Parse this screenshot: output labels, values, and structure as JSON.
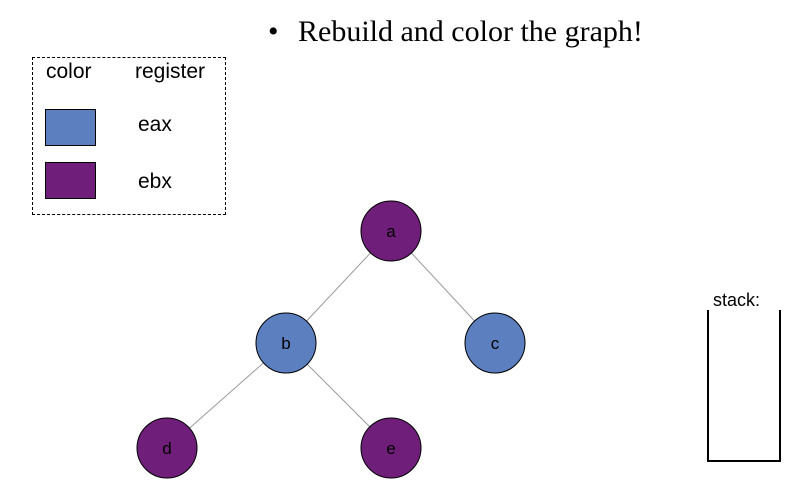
{
  "title": {
    "bullet": "•",
    "text": "Rebuild and color the graph!"
  },
  "legend": {
    "header_color": "color",
    "header_register": "register",
    "entries": [
      {
        "register": "eax",
        "color": "#5b7fbf"
      },
      {
        "register": "ebx",
        "color": "#6f1f7a"
      }
    ]
  },
  "graph": {
    "node_colors": {
      "eax": "#5b7fbf",
      "ebx": "#6f1f7a"
    },
    "nodes": [
      {
        "id": "a",
        "label": "a",
        "register": "ebx"
      },
      {
        "id": "b",
        "label": "b",
        "register": "eax"
      },
      {
        "id": "c",
        "label": "c",
        "register": "eax"
      },
      {
        "id": "d",
        "label": "d",
        "register": "ebx"
      },
      {
        "id": "e",
        "label": "e",
        "register": "ebx"
      }
    ],
    "edges": [
      [
        "a",
        "b"
      ],
      [
        "a",
        "c"
      ],
      [
        "b",
        "d"
      ],
      [
        "b",
        "e"
      ]
    ]
  },
  "stack": {
    "label": "stack:",
    "items": []
  }
}
